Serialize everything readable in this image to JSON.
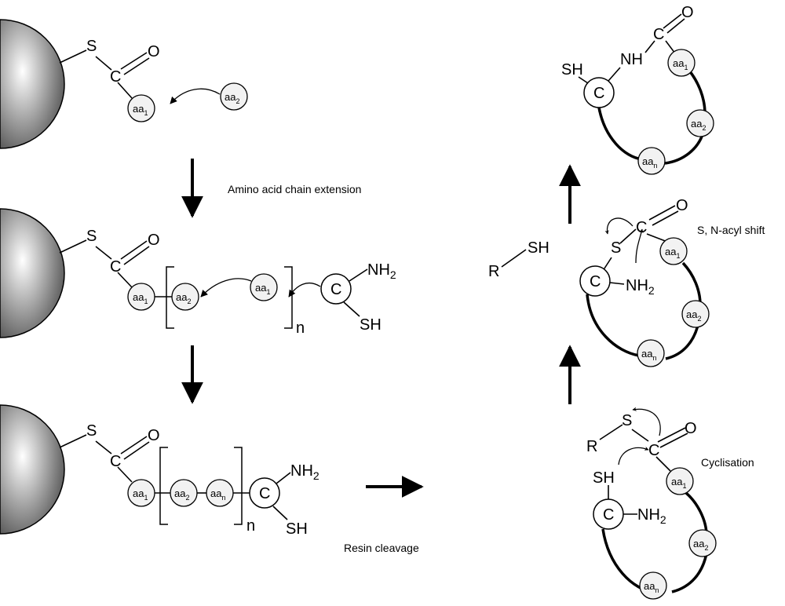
{
  "labels": {
    "S": "S",
    "O": "O",
    "C": "C",
    "NH": "NH",
    "NH2_base": "NH",
    "NH2_sub": "2",
    "SH": "SH",
    "R": "R",
    "aa": "aa",
    "sub1": "1",
    "sub2": "2",
    "subn": "n",
    "n": "n"
  },
  "captions": {
    "extension": "Amino acid chain extension",
    "cleavage": "Resin cleavage",
    "cyclisation": "Cyclisation",
    "acyl_shift": "S, N-acyl shift"
  },
  "colors": {
    "resin_light": "#ffffff",
    "resin_dark": "#4a4a4a",
    "ball": "#f2f2f2"
  }
}
